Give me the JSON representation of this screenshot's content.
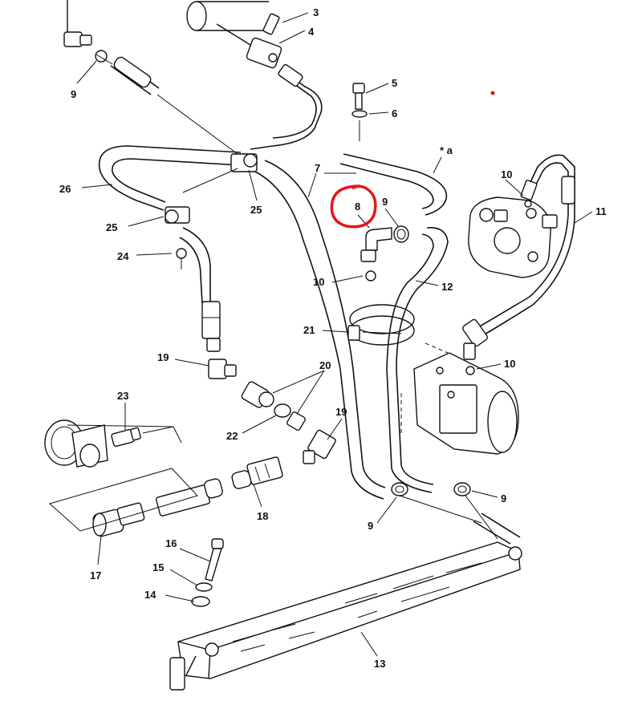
{
  "callouts": [
    {
      "id": "c3",
      "text": "3"
    },
    {
      "id": "c4",
      "text": "4"
    },
    {
      "id": "c5",
      "text": "5"
    },
    {
      "id": "c6",
      "text": "6"
    },
    {
      "id": "c7",
      "text": "7"
    },
    {
      "id": "c8",
      "text": "8"
    },
    {
      "id": "c9a",
      "text": "9"
    },
    {
      "id": "c9b",
      "text": "9"
    },
    {
      "id": "c9c",
      "text": "9"
    },
    {
      "id": "c9d",
      "text": "9"
    },
    {
      "id": "c10a",
      "text": "10"
    },
    {
      "id": "c10b",
      "text": "10"
    },
    {
      "id": "c10c",
      "text": "10"
    },
    {
      "id": "c11",
      "text": "11"
    },
    {
      "id": "c12",
      "text": "12"
    },
    {
      "id": "c13",
      "text": "13"
    },
    {
      "id": "c14",
      "text": "14"
    },
    {
      "id": "c15",
      "text": "15"
    },
    {
      "id": "c16",
      "text": "16"
    },
    {
      "id": "c17",
      "text": "17"
    },
    {
      "id": "c18",
      "text": "18"
    },
    {
      "id": "c19a",
      "text": "19"
    },
    {
      "id": "c19b",
      "text": "19"
    },
    {
      "id": "c20",
      "text": "20"
    },
    {
      "id": "c21",
      "text": "21"
    },
    {
      "id": "c22",
      "text": "22"
    },
    {
      "id": "c23",
      "text": "23"
    },
    {
      "id": "c24",
      "text": "24"
    },
    {
      "id": "c25a",
      "text": "25"
    },
    {
      "id": "c25b",
      "text": "25"
    },
    {
      "id": "c26",
      "text": "26"
    },
    {
      "id": "ca",
      "text": "* a"
    }
  ],
  "highlight": {
    "target": "8",
    "color": "#e8141b"
  },
  "colors": {
    "ink": "#111111",
    "background": "#ffffff",
    "dot": "#e8141b"
  }
}
